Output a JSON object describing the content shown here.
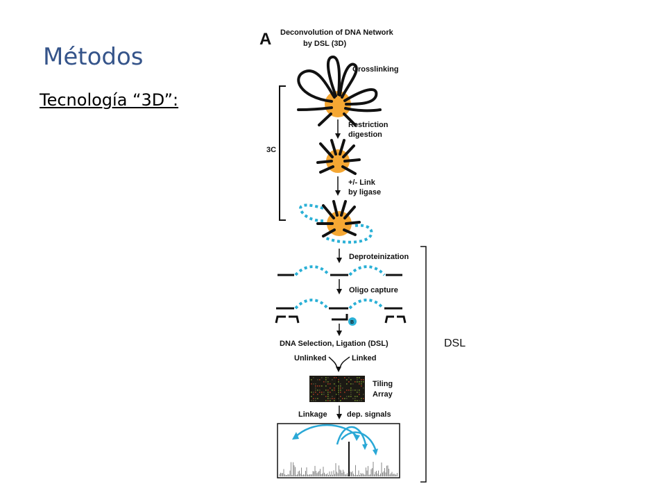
{
  "slide": {
    "title": "Métodos",
    "subtitle": "Tecnología “3D”:"
  },
  "figure": {
    "panel_letter": "A",
    "heading_line1": "Deconvolution of DNA Network",
    "heading_line2": "by DSL (3D)",
    "bracket_3c_label": "3C",
    "bracket_dsl_label": "DSL",
    "steps": {
      "crosslinking": "Crosslinking",
      "restriction_line1": "Restriction",
      "restriction_line2": "digestion",
      "link_line1": "+/- Link",
      "link_line2": "by ligase",
      "deproteinization": "Deproteinization",
      "oligo_capture": "Oligo capture",
      "bead_label": "B",
      "dna_selection": "DNA Selection, Ligation (DSL)",
      "unlinked": "Unlinked",
      "linked": "Linked",
      "tiling_line1": "Tiling",
      "tiling_line2": "Array",
      "linkage": "Linkage",
      "dep_signals": "dep. signals"
    },
    "colors": {
      "protein_core": "#f5a733",
      "dna_dotted": "#2ab0d6",
      "arrow_curve": "#2aa8d6",
      "line": "#111111"
    }
  }
}
